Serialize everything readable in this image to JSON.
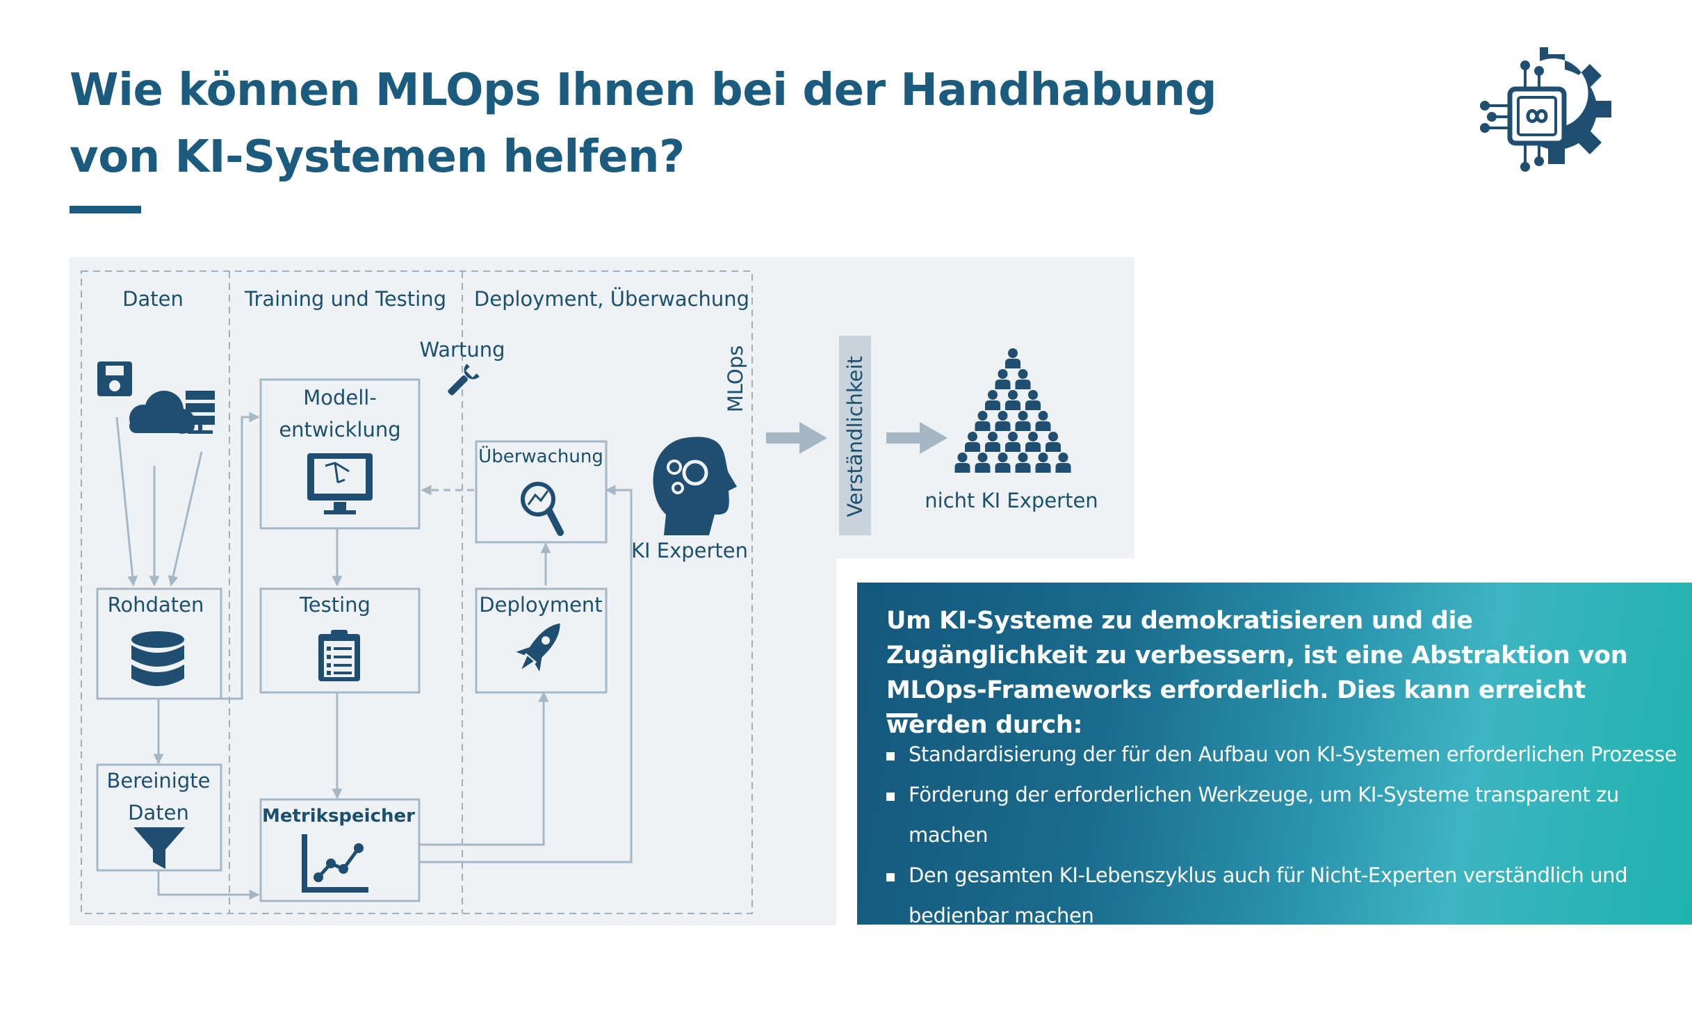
{
  "title": "Wie können MLOps Ihnen bei der Handhabung von KI-Systemen helfen?",
  "colors": {
    "primary": "#1a5b7e",
    "icon": "#1f4e70",
    "diagram_bg": "#eef2f5",
    "arrow": "#a5b7c5",
    "dash": "#9eaeba"
  },
  "logo": {
    "icon": "infinity-chip-gear-icon"
  },
  "diagram": {
    "columns": [
      "Daten",
      "Training und Testing",
      "Deployment, Überwachung"
    ],
    "mlops_label": "MLOps",
    "maintenance_label": "Wartung",
    "nodes": {
      "raw_data": "Rohdaten",
      "cleaned_data": "Bereinigte Daten",
      "model_development": "Modell-entwicklung",
      "testing": "Testing",
      "metrics_store": "Metrikspeicher",
      "monitoring": "Überwachung",
      "deployment": "Deployment"
    },
    "ki_experts_label": "KI Experten",
    "understandability_label": "Verständlichkeit",
    "non_experts_label": "nicht KI Experten"
  },
  "panel": {
    "intro": "Um KI-Systeme zu demokratisieren und die Zugänglichkeit zu verbessern, ist eine Abstraktion von MLOps-Frameworks erforderlich. Dies kann erreicht werden durch:",
    "items": [
      "Standardisierung der für den Aufbau von KI-Systemen erforderlichen Prozesse",
      "Förderung der erforderlichen Werkzeuge, um KI-Systeme transparent zu machen",
      "Den gesamten KI-Lebenszyklus auch für Nicht-Experten verständlich und bedienbar machen"
    ]
  }
}
